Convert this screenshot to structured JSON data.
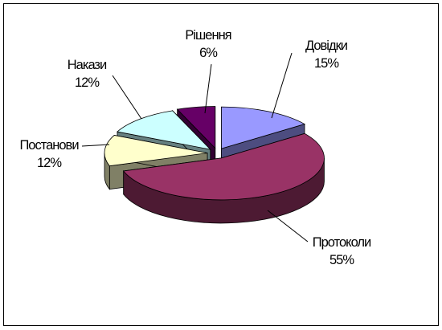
{
  "chart_data": {
    "type": "pie",
    "variant": "3d-exploded",
    "title": "",
    "legend": "none",
    "slices": [
      {
        "name": "Довідки",
        "value": 15,
        "label": "15%",
        "color": "#9999ff"
      },
      {
        "name": "Протоколи",
        "value": 55,
        "label": "55%",
        "color": "#993366"
      },
      {
        "name": "Постанови",
        "value": 12,
        "label": "12%",
        "color": "#ffffcc"
      },
      {
        "name": "Накази",
        "value": 12,
        "label": "12%",
        "color": "#ccffff"
      },
      {
        "name": "Рішення",
        "value": 6,
        "label": "6%",
        "color": "#660066"
      }
    ]
  }
}
